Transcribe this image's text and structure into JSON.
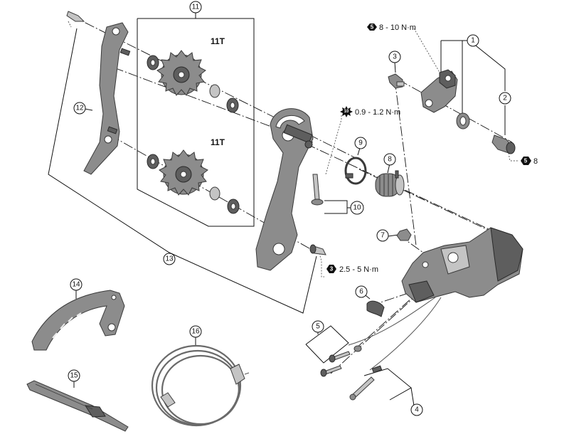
{
  "callouts": {
    "c1": "1",
    "c2": "2",
    "c3": "3",
    "c4": "4",
    "c5": "5",
    "c6": "6",
    "c7": "7",
    "c8": "8",
    "c9": "9",
    "c10": "10",
    "c11": "11",
    "c12": "12",
    "c13": "13",
    "c14": "14",
    "c15": "15",
    "c16": "16"
  },
  "pulley_labels": {
    "upper": "11T",
    "lower": "11T"
  },
  "torque": {
    "mount_bolt": {
      "badge": "5",
      "text": "8 - 10 N·m"
    },
    "pivot_bolt": {
      "badge": "5",
      "text": "8"
    },
    "cage_screw": {
      "badge": "10",
      "text": "0.9 - 1.2 N·m"
    },
    "pulley_bolt": {
      "badge": "3",
      "text": "2.5 - 5 N·m"
    }
  },
  "icons": {
    "hex_key": "hex-socket-icon",
    "torx_key": "torx-star-icon"
  },
  "colors": {
    "part": "#8c8c8c",
    "part_dark": "#5e5e5e",
    "line": "#111111",
    "background": "#ffffff"
  }
}
